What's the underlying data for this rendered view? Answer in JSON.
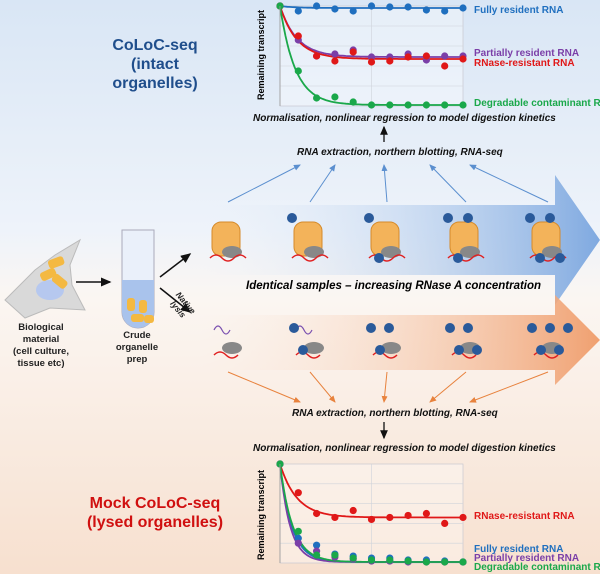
{
  "titles": {
    "top_line1": "CoLoC-seq",
    "top_line2": "(intact organelles)",
    "bottom_line1": "Mock CoLoC-seq",
    "bottom_line2": "(lysed organelles)"
  },
  "left": {
    "bio_1": "Biological",
    "bio_2": "material",
    "bio_3": "(cell culture,",
    "bio_4": "tissue etc)",
    "crude_1": "Crude",
    "crude_2": "organelle",
    "crude_3": "prep",
    "lysis_1": "Native",
    "lysis_2": "lysis"
  },
  "middle": {
    "identical": "Identical samples – increasing RNase A concentration",
    "extraction_top": "RNA extraction, northern blotting, RNA-seq",
    "extraction_bottom": "RNA extraction, northern blotting, RNA-seq",
    "normalisation_top": "Normalisation, nonlinear regression to model digestion kinetics",
    "normalisation_bottom": "Normalisation, nonlinear regression to model digestion kinetics"
  },
  "colors": {
    "blue": "#1f6fbf",
    "purple": "#7b3fa8",
    "red": "#e01818",
    "green": "#1aa84a"
  },
  "chart_data": [
    {
      "type": "scatter",
      "title": "CoLoC-seq",
      "ylabel": "Remaining transcript",
      "xlabel": "",
      "ylim": [
        0,
        1
      ],
      "x": [
        0,
        1,
        2,
        3,
        4,
        5,
        6,
        7,
        8,
        9,
        10
      ],
      "series": [
        {
          "name": "Fully resident RNA",
          "color": "#1f6fbf",
          "plateau": 0.98,
          "k": 1,
          "values": [
            1.0,
            0.95,
            1.0,
            0.97,
            0.95,
            1.0,
            0.99,
            0.99,
            0.96,
            0.95,
            0.98
          ]
        },
        {
          "name": "Partially resident RNA",
          "color": "#7b3fa8",
          "plateau": 0.49,
          "k": 0.9,
          "values": [
            1.0,
            0.66,
            0.5,
            0.52,
            0.56,
            0.49,
            0.49,
            0.52,
            0.46,
            0.5,
            0.5
          ]
        },
        {
          "name": "RNase-resistant RNA",
          "color": "#e01818",
          "plateau": 0.47,
          "k": 0.9,
          "values": [
            1.0,
            0.7,
            0.5,
            0.45,
            0.54,
            0.44,
            0.45,
            0.49,
            0.5,
            0.4,
            0.47
          ]
        },
        {
          "name": "Degradable contaminant RNA",
          "color": "#1aa84a",
          "plateau": 0.01,
          "k": 1.0,
          "values": [
            1.0,
            0.35,
            0.08,
            0.09,
            0.04,
            0.01,
            0.01,
            0.01,
            0.01,
            0.01,
            0.01
          ]
        }
      ]
    },
    {
      "type": "scatter",
      "title": "Mock CoLoC-seq",
      "ylabel": "Remaining transcript",
      "xlabel": "",
      "ylim": [
        0,
        1
      ],
      "x": [
        0,
        1,
        2,
        3,
        4,
        5,
        6,
        7,
        8,
        9,
        10
      ],
      "series": [
        {
          "name": "RNase-resistant RNA",
          "color": "#e01818",
          "plateau": 0.46,
          "k": 0.9,
          "values": [
            1.0,
            0.71,
            0.5,
            0.46,
            0.53,
            0.44,
            0.46,
            0.48,
            0.5,
            0.4,
            0.46
          ]
        },
        {
          "name": "Fully resident RNA",
          "color": "#1f6fbf",
          "plateau": 0.01,
          "k": 1.3,
          "values": [
            1.0,
            0.25,
            0.18,
            0.09,
            0.07,
            0.05,
            0.05,
            0.03,
            0.03,
            0.02,
            0.01
          ]
        },
        {
          "name": "Partially resident RNA",
          "color": "#7b3fa8",
          "plateau": 0.01,
          "k": 1.5,
          "values": [
            1.0,
            0.2,
            0.12,
            0.06,
            0.04,
            0.02,
            0.02,
            0.01,
            0.01,
            0.01,
            0.01
          ]
        },
        {
          "name": "Degradable contaminant RNA",
          "color": "#1aa84a",
          "plateau": 0.01,
          "k": 1.2,
          "values": [
            1.0,
            0.32,
            0.08,
            0.08,
            0.05,
            0.03,
            0.03,
            0.02,
            0.01,
            0.01,
            0.01
          ]
        }
      ]
    }
  ]
}
